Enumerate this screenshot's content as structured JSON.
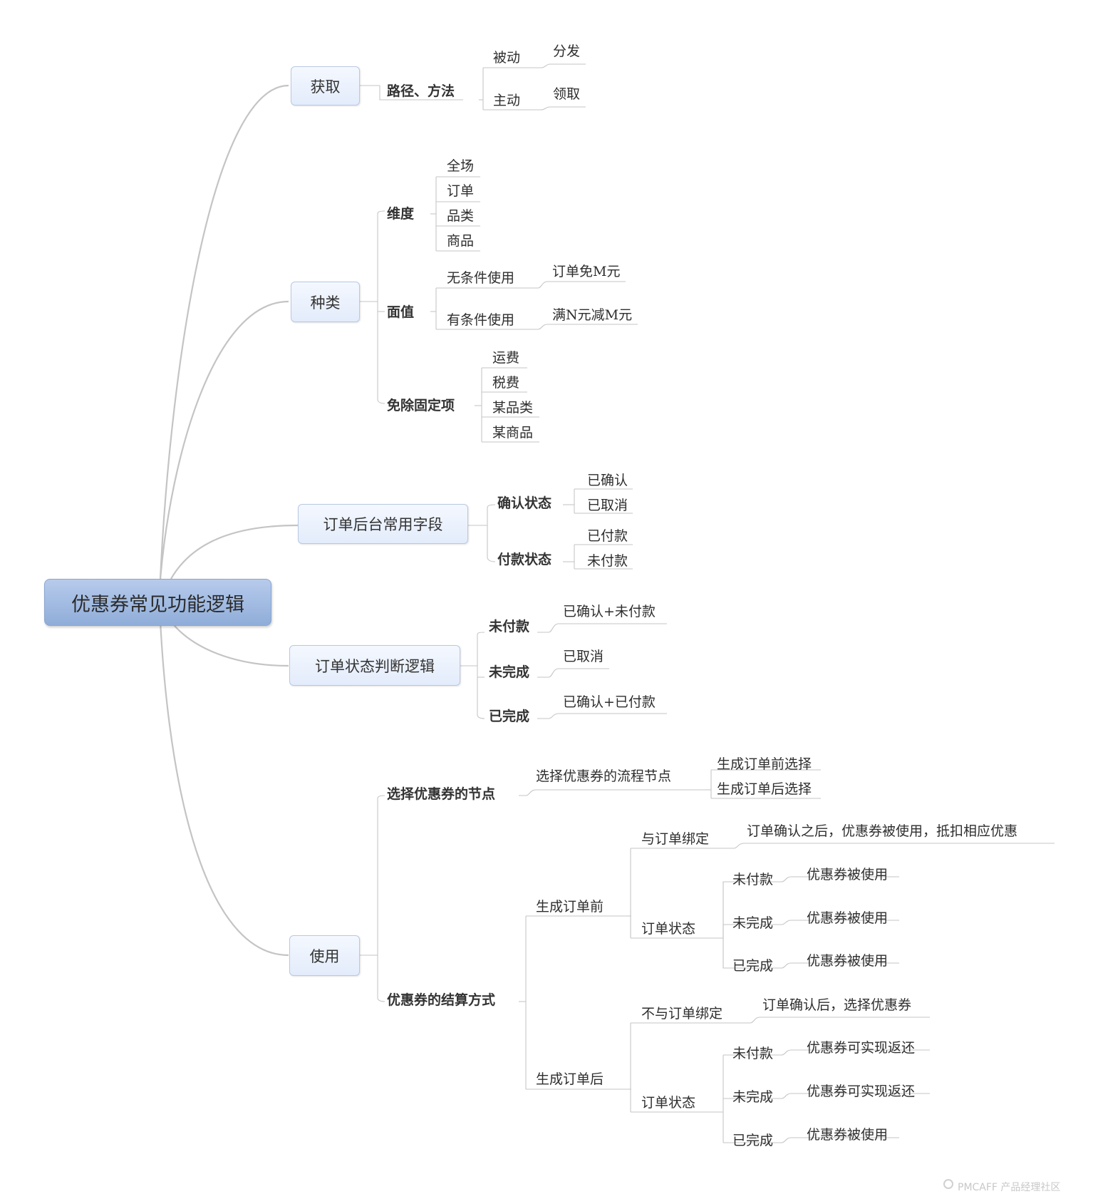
{
  "root": "优惠券常见功能逻辑",
  "branches": {
    "acquire": {
      "title": "获取",
      "path": "路径、方法",
      "passive": "被动",
      "passive_leaf": "分发",
      "active": "主动",
      "active_leaf": "领取"
    },
    "types": {
      "title": "种类",
      "dimension": "维度",
      "dimension_items": [
        "全场",
        "订单",
        "品类",
        "商品"
      ],
      "face_value": "面值",
      "unconditional": "无条件使用",
      "unconditional_leaf": "订单免M元",
      "conditional": "有条件使用",
      "conditional_leaf": "满N元减M元",
      "exempt": "免除固定项",
      "exempt_items": [
        "运费",
        "税费",
        "某品类",
        "某商品"
      ]
    },
    "backend_fields": {
      "title": "订单后台常用字段",
      "confirm_status": "确认状态",
      "confirm_items": [
        "已确认",
        "已取消"
      ],
      "payment_status": "付款状态",
      "payment_items": [
        "已付款",
        "未付款"
      ]
    },
    "status_logic": {
      "title": "订单状态判断逻辑",
      "unpaid": "未付款",
      "unpaid_leaf": "已确认+未付款",
      "incomplete": "未完成",
      "incomplete_leaf": "已取消",
      "completed": "已完成",
      "completed_leaf": "已确认+已付款"
    },
    "usage": {
      "title": "使用",
      "select_node": "选择优惠券的节点",
      "flow_node": "选择优惠券的流程节点",
      "flow_items": [
        "生成订单前选择",
        "生成订单后选择"
      ],
      "settlement": "优惠券的结算方式",
      "before": "生成订单前",
      "bind": "与订单绑定",
      "bind_leaf": "订单确认之后，优惠券被使用，抵扣相应优惠",
      "before_status": "订单状态",
      "before_status_items": [
        {
          "state": "未付款",
          "result": "优惠券被使用"
        },
        {
          "state": "未完成",
          "result": "优惠券被使用"
        },
        {
          "state": "已完成",
          "result": "优惠券被使用"
        }
      ],
      "after": "生成订单后",
      "nobind": "不与订单绑定",
      "nobind_leaf": "订单确认后，选择优惠券",
      "after_status": "订单状态",
      "after_status_items": [
        {
          "state": "未付款",
          "result": "优惠券可实现返还"
        },
        {
          "state": "未完成",
          "result": "优惠券可实现返还"
        },
        {
          "state": "已完成",
          "result": "优惠券被使用"
        }
      ]
    }
  },
  "watermark": "PMCAFF 产品经理社区"
}
